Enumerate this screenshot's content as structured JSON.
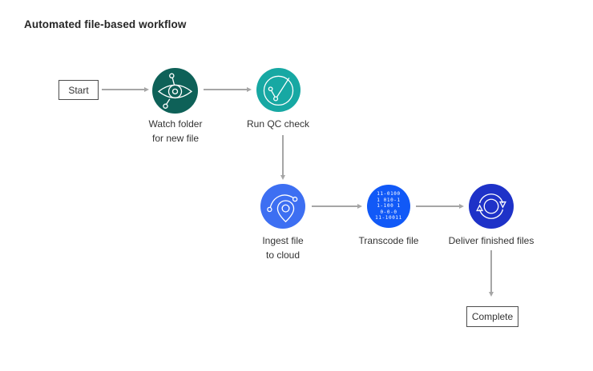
{
  "title": "Automated file-based workflow",
  "diagram": {
    "start": {
      "label": "Start"
    },
    "watch_folder": {
      "label_line1": "Watch folder",
      "label_line2": "for new file",
      "icon": "eye-watch-icon",
      "color": "#0e6158"
    },
    "run_qc": {
      "label": "Run QC check",
      "icon": "check-circle-icon",
      "color": "#17a8a3"
    },
    "ingest": {
      "label_line1": "Ingest file",
      "label_line2": "to cloud",
      "icon": "location-pin-path-icon",
      "color": "#3d6ff2"
    },
    "transcode": {
      "label": "Transcode file",
      "icon": "binary-code-icon",
      "color": "#1159f7",
      "binary_rows": [
        "11-0100",
        "1 010-1",
        "1-100 1",
        "0-0-0",
        "11-10011"
      ]
    },
    "deliver": {
      "label": "Deliver finished files",
      "icon": "sync-arrows-icon",
      "color": "#1e32c8"
    },
    "complete": {
      "label": "Complete"
    }
  },
  "colors": {
    "arrow": "#a6a6a6",
    "text": "#333333",
    "box_border": "#4d4d4d",
    "background": "#ffffff"
  }
}
